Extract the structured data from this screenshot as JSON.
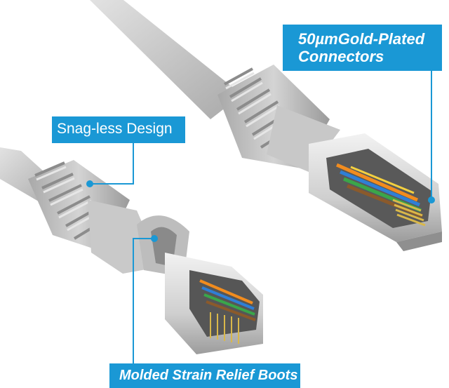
{
  "callouts": {
    "gold_plated_line1": "50µmGold-Plated",
    "gold_plated_line2": "Connectors",
    "snag_less": "Snag-less Design",
    "strain_relief": "Molded Strain Relief Boots"
  },
  "colors": {
    "callout_background": "#1a98d5",
    "callout_text": "#ffffff",
    "cable_gray": "#c9c9c9",
    "boot_gray": "#b7b7b7",
    "connector_shield": "#dcdcdc"
  }
}
